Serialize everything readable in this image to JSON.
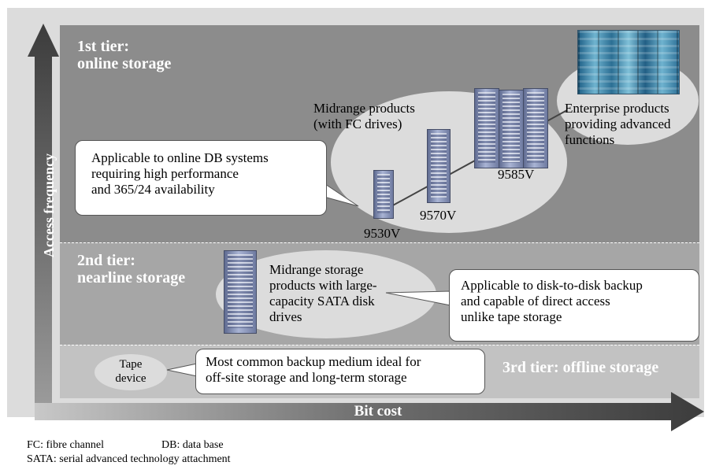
{
  "tiers": {
    "tier1": {
      "line1": "1st tier:",
      "line2": "online storage"
    },
    "tier2": {
      "line1": "2nd tier:",
      "line2": "nearline storage"
    },
    "tier3": {
      "label": "3rd tier: offline storage"
    }
  },
  "axes": {
    "y_label": "Access frequency",
    "x_label": "Bit cost"
  },
  "tier1": {
    "midrange_label": {
      "line1": "Midrange products",
      "line2": "(with FC drives)"
    },
    "enterprise_label": {
      "line1": "Enterprise products",
      "line2": "providing advanced",
      "line3": "functions"
    },
    "callout": {
      "line1": "Applicable to online DB systems",
      "line2": "requiring high performance",
      "line3": "and 365/24 availability"
    },
    "models": {
      "m1": "9530V",
      "m2": "9570V",
      "m3": "9585V"
    }
  },
  "tier2": {
    "product_label": {
      "line1": "Midrange storage",
      "line2": "products with large-",
      "line3": "capacity SATA disk",
      "line4": "drives"
    },
    "callout": {
      "line1": "Applicable to disk-to-disk backup",
      "line2": "and capable of direct access",
      "line3": "unlike tape storage"
    }
  },
  "tier3": {
    "tape": {
      "line1": "Tape",
      "line2": "device"
    },
    "callout": {
      "line1": "Most common backup medium ideal for",
      "line2": "off-site storage and long-term storage"
    }
  },
  "footnotes": {
    "fc": "FC: fibre channel",
    "db": "DB: data base",
    "sata": "SATA: serial advanced technology attachment"
  },
  "colors": {
    "tier1_bg": "#8c8c8c",
    "tier2_bg": "#a6a6a6",
    "tier3_bg": "#c2c2c2",
    "outer_bg": "#dcdcdc",
    "ellipse": "#dcdcdc"
  }
}
